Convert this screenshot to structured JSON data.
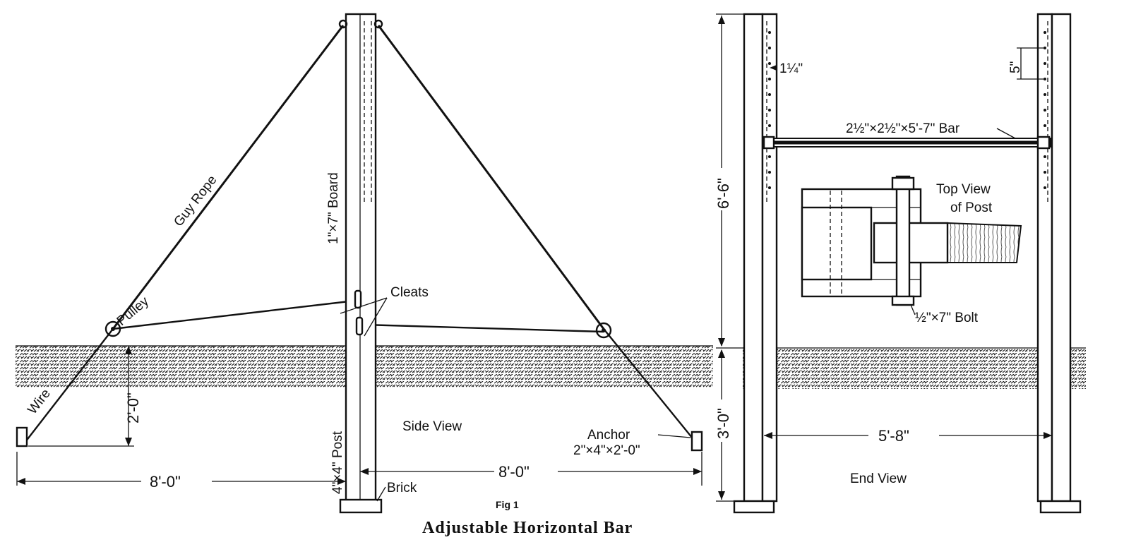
{
  "caption": {
    "fig": "Fig 1",
    "title": "Adjustable Horizontal Bar"
  },
  "side_view": {
    "title": "Side View",
    "guy_rope": "Guy Rope",
    "board": "1\"×7\" Board",
    "pulley": "Pulley",
    "cleats": "Cleats",
    "wire": "Wire",
    "post": "4\"×4\" Post",
    "anchor_title": "Anchor",
    "anchor_size": "2\"×4\"×2'-0\"",
    "brick": "Brick",
    "dim_depth": "2'-0\"",
    "dim_left": "8'-0\"",
    "dim_right": "8'-0\""
  },
  "end_view": {
    "title": "End View",
    "dim_height": "6'-6\"",
    "dim_below": "3'-0\"",
    "dim_span": "5'-8\"",
    "dim_hole_gap": "1¼\"",
    "dim_hole_spacing": "5\"",
    "bar": "2½\"×2½\"×5'-7\" Bar",
    "top_view_line1": "Top View",
    "top_view_line2": "of Post",
    "bolt": "½\"×7\" Bolt"
  },
  "colors": {
    "ink": "#111111",
    "paper": "#ffffff"
  }
}
